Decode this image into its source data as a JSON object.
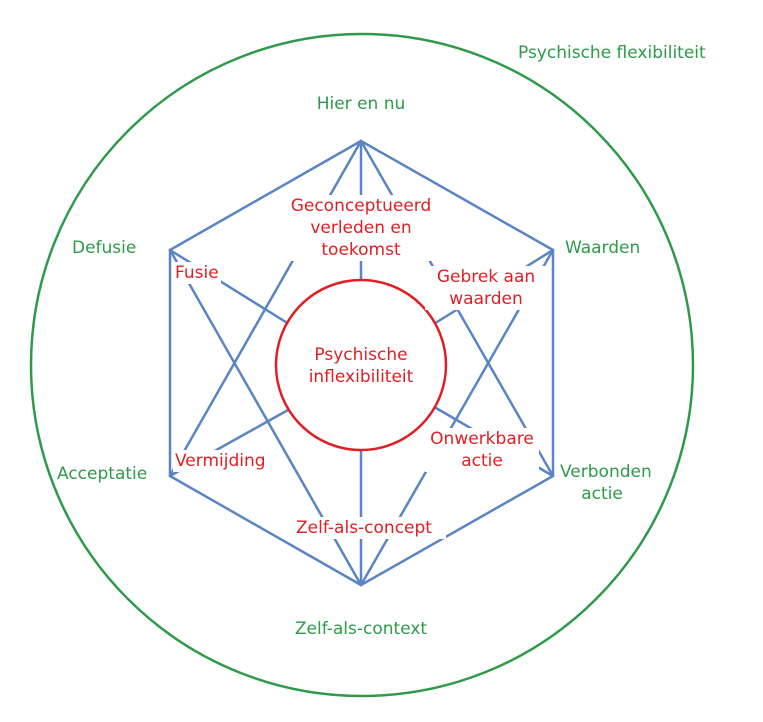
{
  "outer": {
    "title": "Psychische flexibiliteit",
    "processes": {
      "top": "Hier en nu",
      "upper_left": "Defusie",
      "upper_right": "Waarden",
      "lower_left": "Acceptatie",
      "lower_right": "Verbonden actie",
      "bottom": "Zelf-als-context"
    }
  },
  "inner": {
    "center": "Psychische inflexibiliteit",
    "processes": {
      "top": "Geconceptueerd verleden en toekomst",
      "upper_left": "Fusie",
      "upper_right": "Gebrek aan waarden",
      "lower_left": "Vermijding",
      "lower_right": "Onwerkbare actie",
      "bottom": "Zelf-als-concept"
    }
  },
  "colors": {
    "flexibility": "#2e9a4a",
    "inflexibility": "#e01f24",
    "hexaflex_lines": "#5b84c4",
    "background": "#ffffff"
  }
}
